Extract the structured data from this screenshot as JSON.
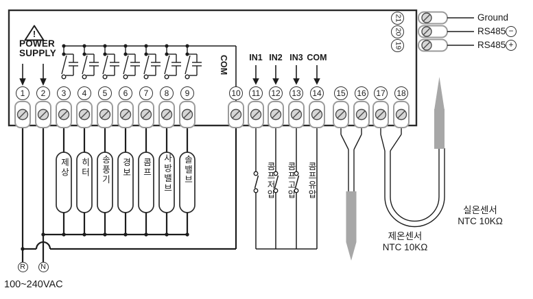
{
  "power": {
    "warning_mark": "!",
    "label_line1": "POWER",
    "label_line2": "SUPPLY",
    "live_terminal": "R",
    "neutral_terminal": "N",
    "voltage": "100~240VAC"
  },
  "terminals": {
    "numbers": [
      "1",
      "2",
      "3",
      "4",
      "5",
      "6",
      "7",
      "8",
      "9",
      "10",
      "11",
      "12",
      "13",
      "14",
      "15",
      "16",
      "17",
      "18"
    ],
    "side_numbers": [
      "21",
      "20",
      "19"
    ]
  },
  "relay_section": {
    "com_label": "COM",
    "loads": [
      "제상",
      "히터",
      "송풍기",
      "경보",
      "콤프",
      "사방밸브",
      "솔밸브"
    ]
  },
  "input_section": {
    "headers": [
      "IN1",
      "IN2",
      "IN3",
      "COM"
    ],
    "switch_labels": [
      "콤프저압",
      "콤프고압",
      "콤프유압"
    ]
  },
  "comm_section": {
    "rows": [
      {
        "label": "Ground",
        "sign": ""
      },
      {
        "label": "RS485",
        "sign": "−"
      },
      {
        "label": "RS485",
        "sign": "+"
      }
    ]
  },
  "sensors": [
    {
      "name": "제온센서",
      "spec": "NTC 10KΩ"
    },
    {
      "name": "실온센서",
      "spec": "NTC 10KΩ"
    }
  ]
}
